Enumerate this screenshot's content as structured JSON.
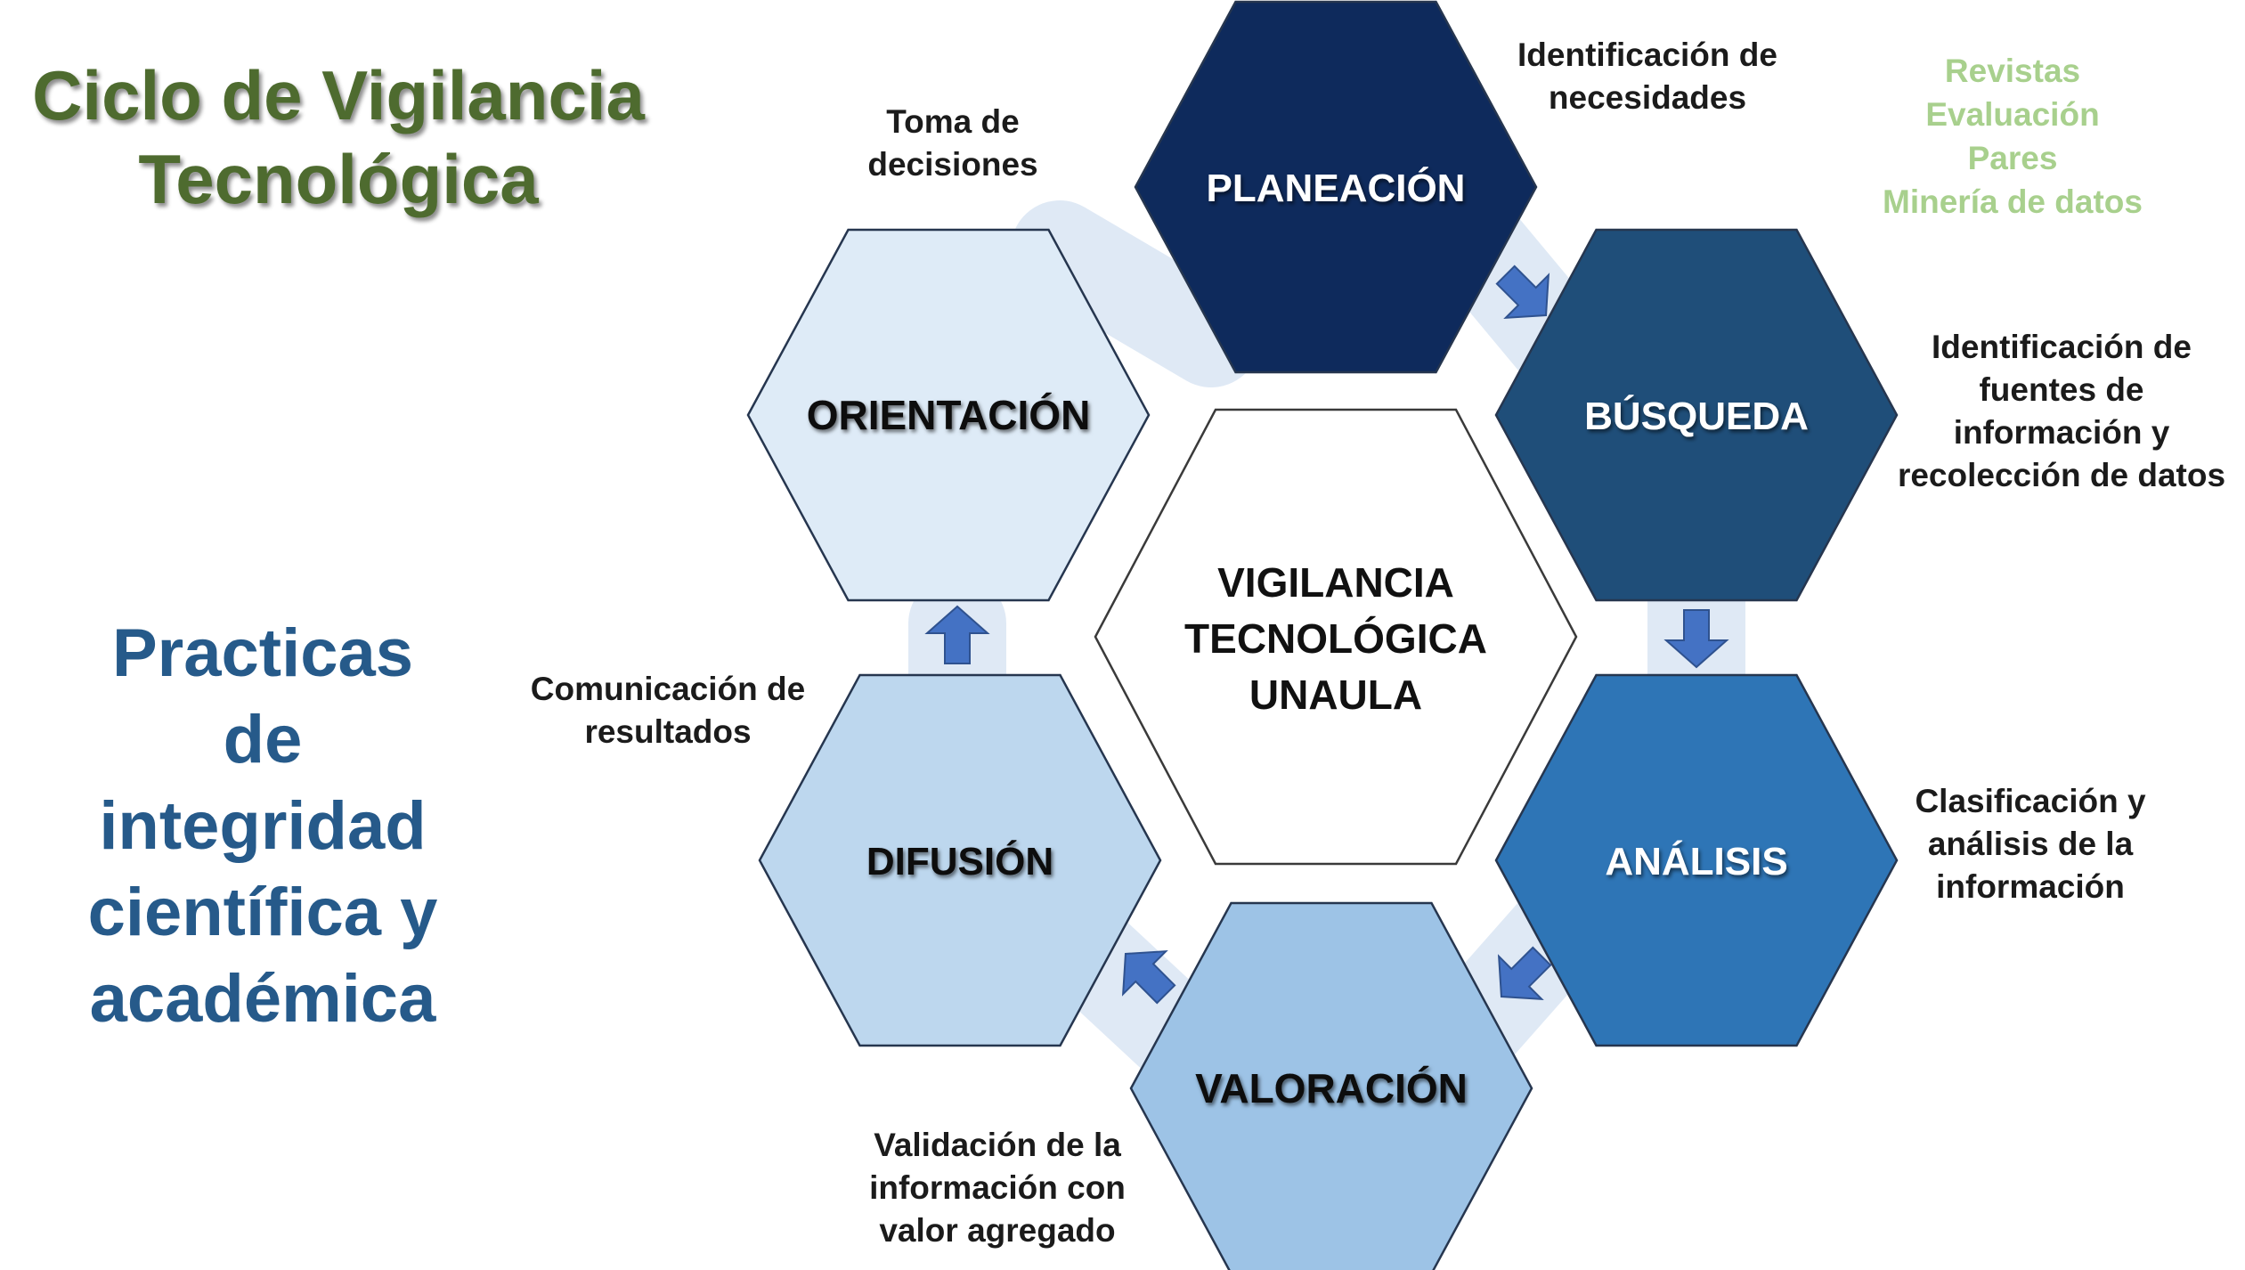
{
  "title": {
    "line1": "Ciclo de Vigilancia",
    "line2": "Tecnológica"
  },
  "side_title": {
    "lines": [
      "Practicas",
      "de",
      "integridad",
      "científica y",
      "académica"
    ]
  },
  "center": {
    "lines": [
      "VIGILANCIA",
      "TECNOLÓGICA",
      "UNAULA"
    ]
  },
  "stages": [
    {
      "label": "PLANEACIÓN",
      "color": "#0e2a5c",
      "text_color": "#ffffff",
      "note": [
        "Identificación de",
        "necesidades"
      ]
    },
    {
      "label": "BÚSQUEDA",
      "color": "#1f4e79",
      "text_color": "#ffffff",
      "note": [
        "Identificación de",
        "fuentes de",
        "información y",
        "recolección de datos"
      ]
    },
    {
      "label": "ANÁLISIS",
      "color": "#2e75b6",
      "text_color": "#ffffff",
      "note": [
        "Clasificación y",
        "análisis de la",
        "información"
      ]
    },
    {
      "label": "VALORACIÓN",
      "color": "#9dc3e6",
      "text_color": "#0b0b0b",
      "note": [
        "Validación de la",
        "información con",
        "valor agregado"
      ]
    },
    {
      "label": "DIFUSIÓN",
      "color": "#bdd7ee",
      "text_color": "#0b0b0b",
      "note": [
        "Comunicación de",
        "resultados"
      ]
    },
    {
      "label": "ORIENTACIÓN",
      "color": "#deebf7",
      "text_color": "#0b0b0b",
      "note": [
        "Toma de",
        "decisiones"
      ]
    }
  ],
  "sources": [
    "Revistas",
    "Evaluación",
    "Pares",
    "Minería de datos"
  ],
  "colors": {
    "arrow": "#4472c4",
    "title_green": "#4e6b2f",
    "side_title_blue": "#265a8a",
    "sources_green": "#a8d08d"
  }
}
